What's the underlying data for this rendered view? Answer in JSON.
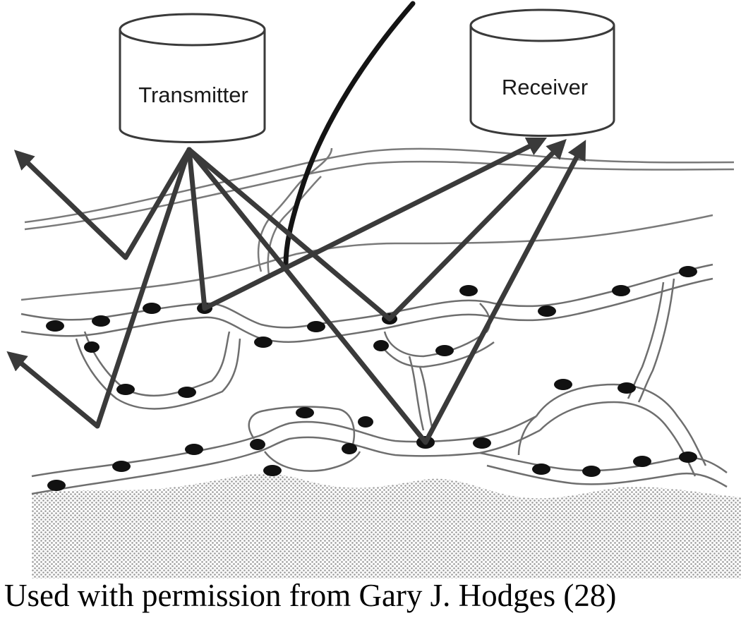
{
  "diagram": {
    "transmitter_label": "Transmitter",
    "receiver_label": "Receiver"
  },
  "caption": "Used with permission from Gary J. Hodges (28)",
  "colors": {
    "background": "#ffffff",
    "ray": "#3a3a3a",
    "incoming_ray": "#141414",
    "layer_lines": "#7a7a7a",
    "cells": "#111111",
    "deep_tissue_dots": "#9a9a9a"
  }
}
